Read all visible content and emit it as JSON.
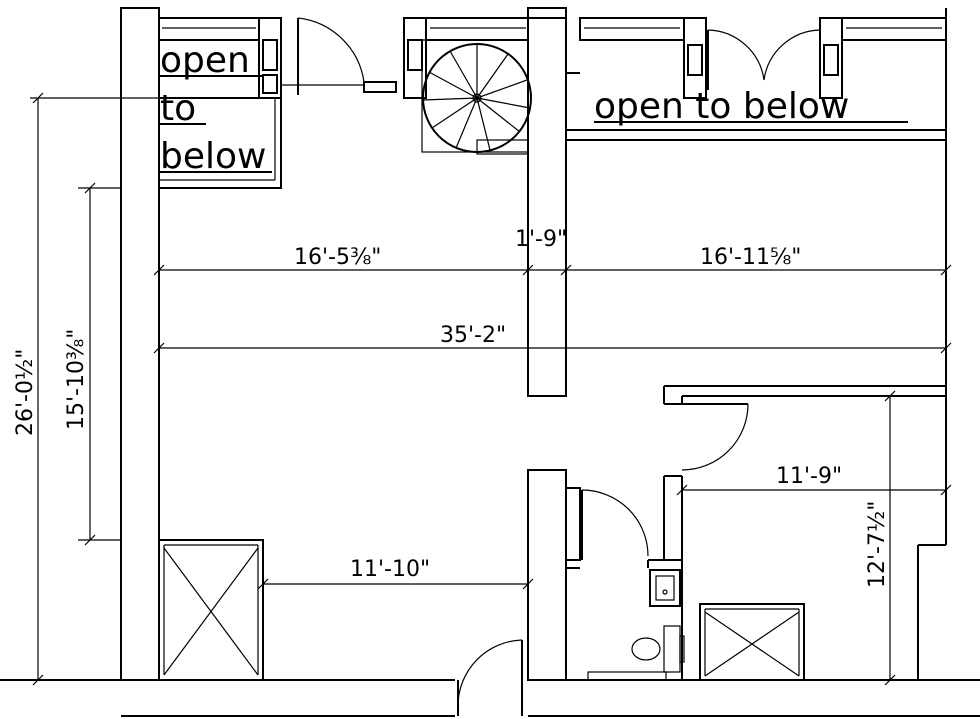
{
  "labels": {
    "open_to_below_left_line1": "open",
    "open_to_below_left_line2": "to",
    "open_to_below_left_line3": "below",
    "open_to_below_right": "open to below"
  },
  "dimensions": {
    "overall_width": "35'-2\"",
    "left_room_width": "16'-5⅜\"",
    "center_wall": "1'-9\"",
    "right_room_width": "16'-11⅝\"",
    "lower_left_width": "11'-10\"",
    "lower_right_width": "11'-9\"",
    "overall_height": "26'-0½\"",
    "left_wall_height": "15'-10⅜\"",
    "right_room_height": "12'-7½\""
  }
}
